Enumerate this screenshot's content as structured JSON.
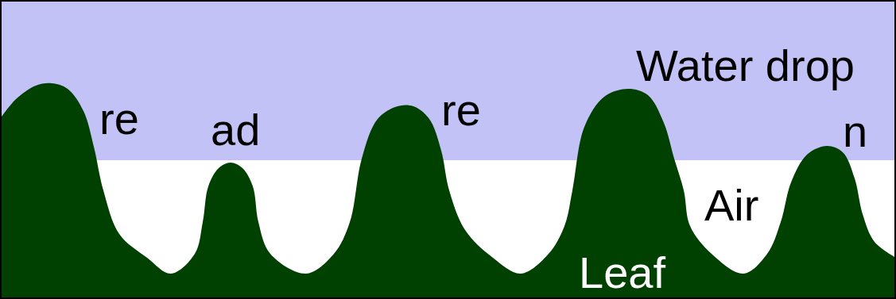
{
  "diagram": {
    "labels": [
      "Water drop",
      "re",
      "ad",
      "re",
      "n",
      "Air",
      "Leaf"
    ]
  }
}
